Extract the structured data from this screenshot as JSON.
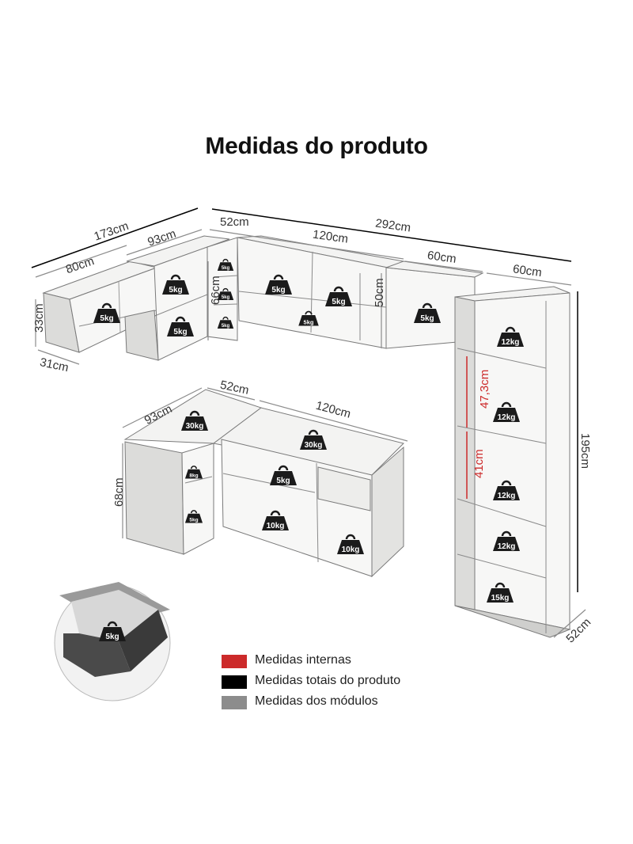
{
  "title": "Medidas do produto",
  "colors": {
    "interna": "#cc2a2a",
    "total": "#000000",
    "modulo": "#8c8c8c",
    "panel": "#e9e9e7",
    "edge": "#7a7a7a",
    "weight_badge": "#1b1b1b"
  },
  "dimensions": {
    "top_total_left": "173cm",
    "top_total_right": "292cm",
    "mod_80": "80cm",
    "mod_93_top": "93cm",
    "mod_52_top": "52cm",
    "mod_120_top": "120cm",
    "mod_60_a": "60cm",
    "mod_60_b": "60cm",
    "height_33": "33cm",
    "depth_31": "31cm",
    "height_66": "66cm",
    "height_50": "50cm",
    "height_195": "195cm",
    "depth_52_tower": "52cm",
    "inner_47_3": "47,3cm",
    "inner_41": "41cm",
    "desk_93": "93cm",
    "desk_52": "52cm",
    "desk_120": "120cm",
    "desk_68": "68cm"
  },
  "weights": {
    "upper_left": "5kg",
    "upper_corner_top": "5kg",
    "upper_corner_bottom": "5kg",
    "narrow_1": "5kg",
    "narrow_2": "5kg",
    "narrow_3": "5kg",
    "upper_mid_left": "5kg",
    "upper_mid_right": "5kg",
    "upper_mid_shelf": "5kg",
    "upper_right": "5kg",
    "tower_1": "12kg",
    "tower_2": "12kg",
    "tower_3": "12kg",
    "tower_4": "12kg",
    "tower_5": "15kg",
    "desk_corner_top": "30kg",
    "desk_top": "30kg",
    "desk_corner_shelf_1": "8kg",
    "desk_corner_shelf_2": "5kg",
    "desk_shelf": "5kg",
    "desk_bottom_left": "10kg",
    "desk_bottom_right": "10kg",
    "drawer": "5kg"
  },
  "legend": [
    {
      "label": "Medidas internas",
      "color": "#cc2a2a"
    },
    {
      "label": "Medidas totais do produto",
      "color": "#000000"
    },
    {
      "label": "Medidas dos módulos",
      "color": "#8c8c8c"
    }
  ]
}
